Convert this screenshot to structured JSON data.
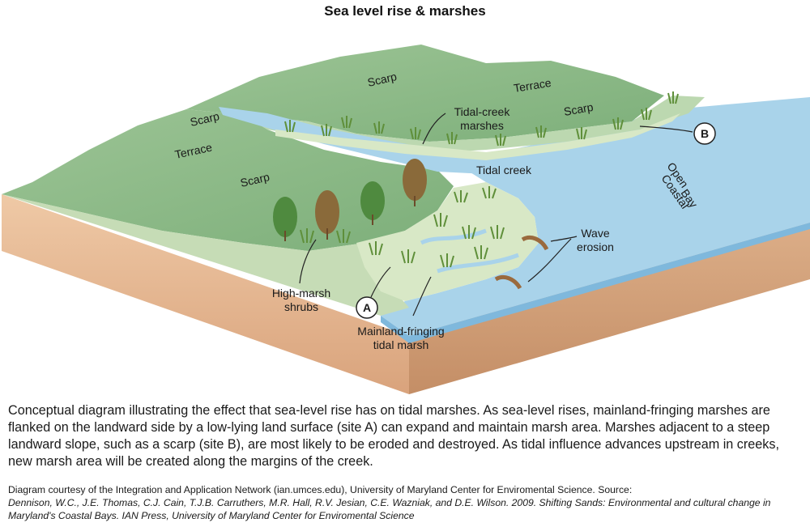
{
  "title": "Sea level rise & marshes",
  "labels": {
    "scarp_top_center": "Scarp",
    "terrace_top_right": "Terrace",
    "scarp_top_left": "Scarp",
    "tidal_creek_marshes_line1": "Tidal-creek",
    "tidal_creek_marshes_line2": "marshes",
    "scarp_right": "Scarp",
    "terrace_left": "Terrace",
    "scarp_left": "Scarp",
    "tidal_creek": "Tidal creek",
    "open_coastal_bay_line1": "Open",
    "open_coastal_bay_line2": "Coastal",
    "open_coastal_bay_line3": "Bay",
    "wave_erosion_line1": "Wave",
    "wave_erosion_line2": "erosion",
    "high_marsh_shrubs_line1": "High-marsh",
    "high_marsh_shrubs_line2": "shrubs",
    "mainland_fringing_line1": "Mainland-fringing",
    "mainland_fringing_line2": "tidal marsh",
    "site_a": "A",
    "site_b": "B"
  },
  "caption": "Conceptual diagram illustrating the effect that sea-level rise has on tidal marshes. As sea-level rises, mainland-fringing marshes are flanked on the landward side by a low-lying  land surface (site A) can expand and maintain marsh area. Marshes adjacent to a steep landward slope, such as a scarp (site B), are most likely to be eroded and destroyed. As tidal influence advances upstream in creeks, new marsh area will be created along the margins of the creek.",
  "credit": "Diagram courtesy of the Integration and Application Network (ian.umces.edu), University of Maryland Center for Enviromental Science. Source:",
  "source": "Dennison, W.C., J.E. Thomas, C.J. Cain, T.J.B. Carruthers,  M.R. Hall, R.V. Jesian, C.E. Wazniak, and D.E. Wilson. 2009. Shifting Sands: Environmental and cultural change in  Maryland's Coastal Bays. IAN Press, University of Maryland Center for Enviromental Science",
  "colors": {
    "terrain_dark": "#8fb98b",
    "terrain_mid": "#a9cb9f",
    "marsh_light": "#d8e8c6",
    "water": "#a9d3ea",
    "water_face": "#86c0e2",
    "soil_front": "#e8bc98",
    "soil_side": "#d9a47c",
    "arrow_brown": "#9a6a3d"
  }
}
